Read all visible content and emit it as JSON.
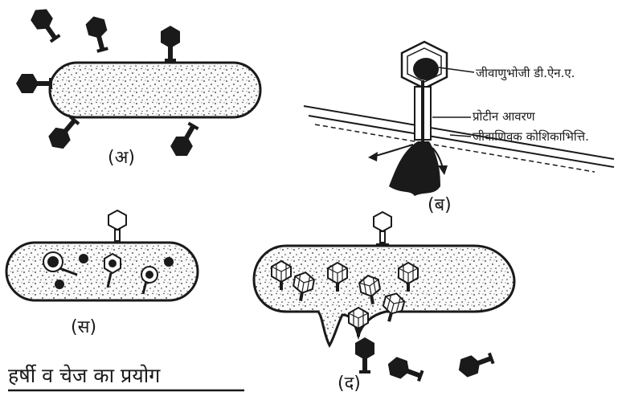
{
  "panels": {
    "a": {
      "label": "(अ)"
    },
    "b": {
      "label": "(ब)",
      "annotations": {
        "phage_dna": "जीवाणुभोजी डी.ऐन.ए.",
        "protein_coat": "प्रोटीन आवरण",
        "cell_wall": "जीवाणिवक कोशिकाभित्ति."
      }
    },
    "c": {
      "label": "(स)"
    },
    "d": {
      "label": "(द)"
    }
  },
  "caption": "हर्षी व चेज का प्रयोग",
  "colors": {
    "ink": "#1a1a1a",
    "cell_fill": "#f4f4f4"
  }
}
